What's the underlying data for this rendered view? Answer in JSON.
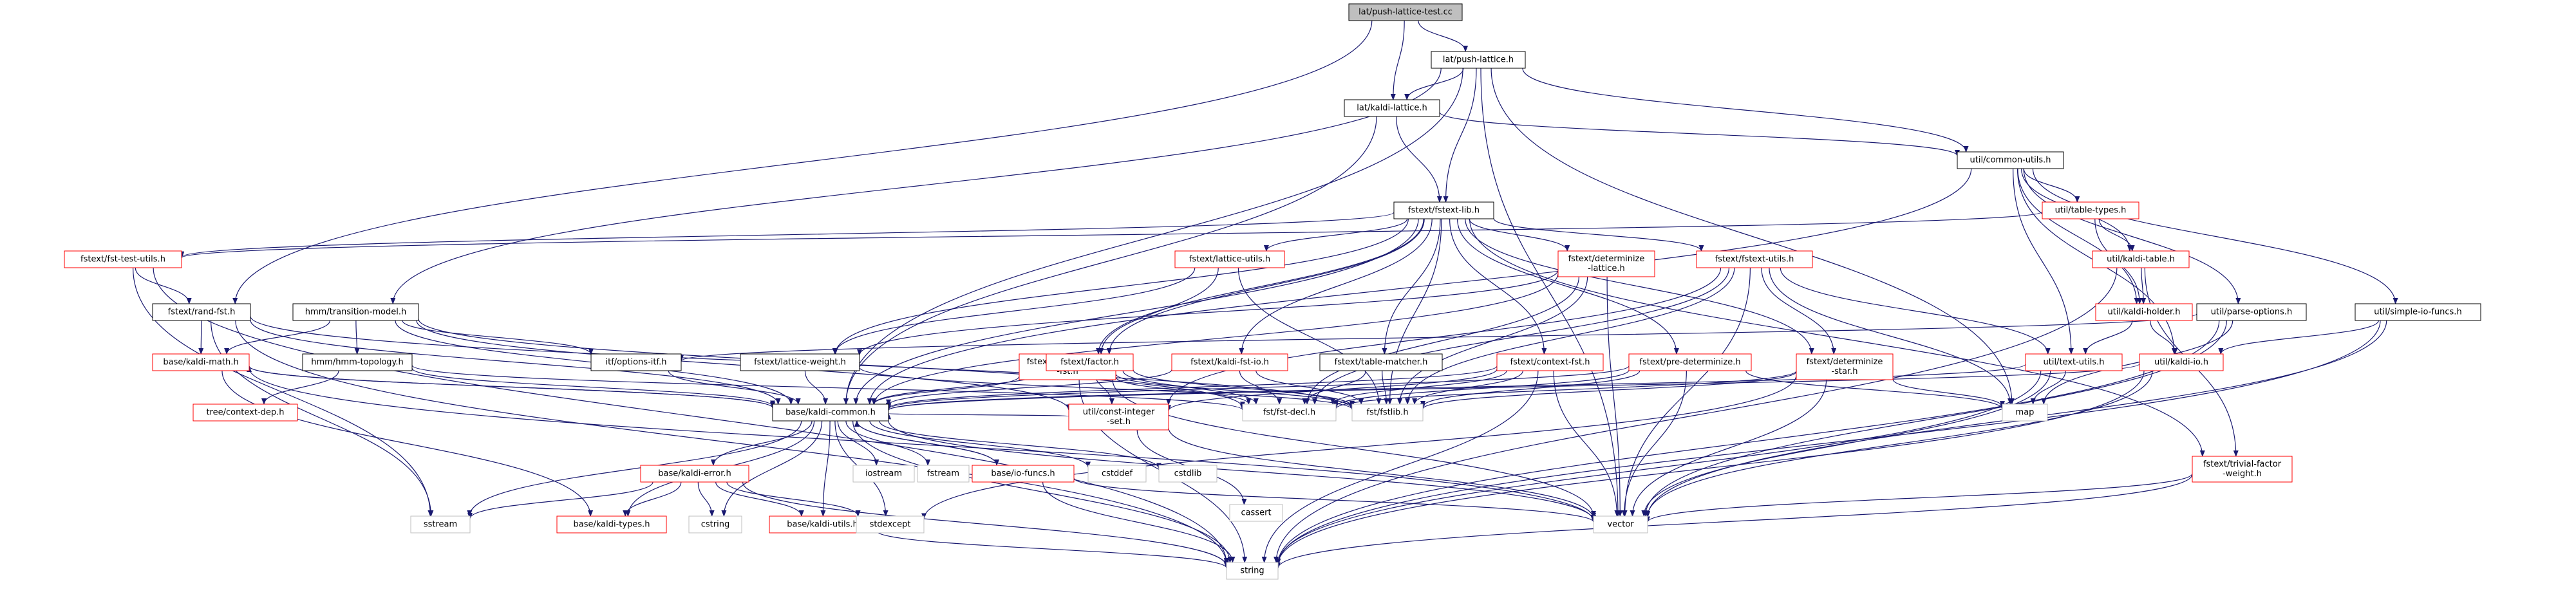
{
  "colors": {
    "root_fill": "#bfbfbf",
    "box_fill": "#ffffff",
    "box_border": "#000000",
    "missing_border": "#ff0000",
    "text": "#000000",
    "system_text": "#000000",
    "system_border": "#bfbfbf",
    "edge": "#191970"
  },
  "nodes": [
    {
      "id": "root",
      "lines": [
        "lat/push-lattice-test.cc"
      ],
      "style": "root"
    },
    {
      "id": "push_lattice",
      "lines": [
        "lat/push-lattice.h"
      ],
      "style": "normal"
    },
    {
      "id": "kaldi_lattice",
      "lines": [
        "lat/kaldi-lattice.h"
      ],
      "style": "normal"
    },
    {
      "id": "common_utils",
      "lines": [
        "util/common-utils.h"
      ],
      "style": "normal"
    },
    {
      "id": "fstext_lib",
      "lines": [
        "fstext/fstext-lib.h"
      ],
      "style": "normal"
    },
    {
      "id": "fst_test_utils",
      "lines": [
        "fstext/fst-test-utils.h"
      ],
      "style": "missing"
    },
    {
      "id": "table_types",
      "lines": [
        "util/table-types.h"
      ],
      "style": "missing"
    },
    {
      "id": "kaldi_table",
      "lines": [
        "util/kaldi-table.h"
      ],
      "style": "missing"
    },
    {
      "id": "transition_model",
      "lines": [
        "hmm/transition-model.h"
      ],
      "style": "normal"
    },
    {
      "id": "rand_fst",
      "lines": [
        "fstext/rand-fst.h"
      ],
      "style": "normal"
    },
    {
      "id": "lattice_utils",
      "lines": [
        "fstext/lattice-utils.h"
      ],
      "style": "missing"
    },
    {
      "id": "determinize_lattice",
      "lines": [
        "fstext/determinize",
        "-lattice.h"
      ],
      "style": "missing"
    },
    {
      "id": "fstext_utils",
      "lines": [
        "fstext/fstext-utils.h"
      ],
      "style": "missing"
    },
    {
      "id": "kaldi_holder",
      "lines": [
        "util/kaldi-holder.h"
      ],
      "style": "missing"
    },
    {
      "id": "parse_options",
      "lines": [
        "util/parse-options.h"
      ],
      "style": "normal"
    },
    {
      "id": "simple_io_funcs",
      "lines": [
        "util/simple-io-funcs.h"
      ],
      "style": "normal"
    },
    {
      "id": "kaldi_math",
      "lines": [
        "base/kaldi-math.h"
      ],
      "style": "missing"
    },
    {
      "id": "hmm_topology",
      "lines": [
        "hmm/hmm-topology.h"
      ],
      "style": "normal"
    },
    {
      "id": "options_itf",
      "lines": [
        "itf/options-itf.h"
      ],
      "style": "normal"
    },
    {
      "id": "lattice_weight",
      "lines": [
        "fstext/lattice-weight.h"
      ],
      "style": "normal"
    },
    {
      "id": "deterministic_fst",
      "lines": [
        "fstext/deterministic",
        "-fst.h"
      ],
      "style": "missing"
    },
    {
      "id": "factor",
      "lines": [
        "fstext/factor.h"
      ],
      "style": "missing"
    },
    {
      "id": "kaldi_fst_io",
      "lines": [
        "fstext/kaldi-fst-io.h"
      ],
      "style": "missing"
    },
    {
      "id": "table_matcher",
      "lines": [
        "fstext/table-matcher.h"
      ],
      "style": "normal"
    },
    {
      "id": "context_fst",
      "lines": [
        "fstext/context-fst.h"
      ],
      "style": "missing"
    },
    {
      "id": "pre_determinize",
      "lines": [
        "fstext/pre-determinize.h"
      ],
      "style": "missing"
    },
    {
      "id": "determinize_star",
      "lines": [
        "fstext/determinize",
        "-star.h"
      ],
      "style": "missing"
    },
    {
      "id": "text_utils",
      "lines": [
        "util/text-utils.h"
      ],
      "style": "missing"
    },
    {
      "id": "kaldi_io",
      "lines": [
        "util/kaldi-io.h"
      ],
      "style": "missing"
    },
    {
      "id": "context_dep",
      "lines": [
        "tree/context-dep.h"
      ],
      "style": "missing"
    },
    {
      "id": "kaldi_common",
      "lines": [
        "base/kaldi-common.h"
      ],
      "style": "normal"
    },
    {
      "id": "const_integer_set",
      "lines": [
        "util/const-integer",
        "-set.h"
      ],
      "style": "missing"
    },
    {
      "id": "fst_decl",
      "lines": [
        "fst/fst-decl.h"
      ],
      "style": "system"
    },
    {
      "id": "fstlib",
      "lines": [
        "fst/fstlib.h"
      ],
      "style": "system"
    },
    {
      "id": "map",
      "lines": [
        "map"
      ],
      "style": "system"
    },
    {
      "id": "trivial_factor_weight",
      "lines": [
        "fstext/trivial-factor",
        "-weight.h"
      ],
      "style": "missing"
    },
    {
      "id": "kaldi_error",
      "lines": [
        "base/kaldi-error.h"
      ],
      "style": "missing"
    },
    {
      "id": "iostream",
      "lines": [
        "iostream"
      ],
      "style": "system"
    },
    {
      "id": "fstream",
      "lines": [
        "fstream"
      ],
      "style": "system"
    },
    {
      "id": "io_funcs",
      "lines": [
        "base/io-funcs.h"
      ],
      "style": "missing"
    },
    {
      "id": "cstddef",
      "lines": [
        "cstddef"
      ],
      "style": "system"
    },
    {
      "id": "cstdlib",
      "lines": [
        "cstdlib"
      ],
      "style": "system"
    },
    {
      "id": "cassert",
      "lines": [
        "cassert"
      ],
      "style": "system"
    },
    {
      "id": "sstream",
      "lines": [
        "sstream"
      ],
      "style": "system"
    },
    {
      "id": "kaldi_types",
      "lines": [
        "base/kaldi-types.h"
      ],
      "style": "missing"
    },
    {
      "id": "cstring",
      "lines": [
        "cstring"
      ],
      "style": "system"
    },
    {
      "id": "kaldi_utils",
      "lines": [
        "base/kaldi-utils.h"
      ],
      "style": "missing"
    },
    {
      "id": "stdexcept",
      "lines": [
        "stdexcept"
      ],
      "style": "system"
    },
    {
      "id": "vector",
      "lines": [
        "vector"
      ],
      "style": "system"
    },
    {
      "id": "string",
      "lines": [
        "string"
      ],
      "style": "system"
    }
  ],
  "edges": [
    [
      "root",
      "push_lattice"
    ],
    [
      "root",
      "kaldi_lattice"
    ],
    [
      "root",
      "rand_fst"
    ],
    [
      "push_lattice",
      "kaldi_lattice"
    ],
    [
      "push_lattice",
      "fstext_lib"
    ],
    [
      "push_lattice",
      "common_utils"
    ],
    [
      "push_lattice",
      "transition_model"
    ],
    [
      "push_lattice",
      "kaldi_common"
    ],
    [
      "push_lattice",
      "map"
    ],
    [
      "push_lattice",
      "vector"
    ],
    [
      "kaldi_lattice",
      "fstext_lib"
    ],
    [
      "kaldi_lattice",
      "common_utils"
    ],
    [
      "kaldi_lattice",
      "kaldi_common"
    ],
    [
      "common_utils",
      "table_types"
    ],
    [
      "common_utils",
      "kaldi_table"
    ],
    [
      "common_utils",
      "kaldi_holder"
    ],
    [
      "common_utils",
      "parse_options"
    ],
    [
      "common_utils",
      "simple_io_funcs"
    ],
    [
      "common_utils",
      "text_utils"
    ],
    [
      "common_utils",
      "kaldi_io"
    ],
    [
      "common_utils",
      "kaldi_common"
    ],
    [
      "table_types",
      "kaldi_table"
    ],
    [
      "table_types",
      "kaldi_holder"
    ],
    [
      "table_types",
      "fst_test_utils"
    ],
    [
      "kaldi_table",
      "kaldi_holder"
    ],
    [
      "kaldi_table",
      "trivial_factor_weight"
    ],
    [
      "kaldi_table",
      "string"
    ],
    [
      "kaldi_holder",
      "kaldi_io"
    ],
    [
      "kaldi_holder",
      "text_utils"
    ],
    [
      "parse_options",
      "options_itf"
    ],
    [
      "parse_options",
      "map"
    ],
    [
      "parse_options",
      "vector"
    ],
    [
      "parse_options",
      "string"
    ],
    [
      "simple_io_funcs",
      "kaldi_io"
    ],
    [
      "simple_io_funcs",
      "vector"
    ],
    [
      "simple_io_funcs",
      "string"
    ],
    [
      "fstext_lib",
      "fst_test_utils"
    ],
    [
      "fstext_lib",
      "lattice_utils"
    ],
    [
      "fstext_lib",
      "determinize_lattice"
    ],
    [
      "fstext_lib",
      "fstext_utils"
    ],
    [
      "fstext_lib",
      "lattice_weight"
    ],
    [
      "fstext_lib",
      "deterministic_fst"
    ],
    [
      "fstext_lib",
      "factor"
    ],
    [
      "fstext_lib",
      "kaldi_fst_io"
    ],
    [
      "fstext_lib",
      "table_matcher"
    ],
    [
      "fstext_lib",
      "context_fst"
    ],
    [
      "fstext_lib",
      "pre_determinize"
    ],
    [
      "fstext_lib",
      "determinize_star"
    ],
    [
      "fstext_lib",
      "fstlib"
    ],
    [
      "fstext_lib",
      "kaldi_common"
    ],
    [
      "fstext_lib",
      "trivial_factor_weight"
    ],
    [
      "fst_test_utils",
      "rand_fst"
    ],
    [
      "fst_test_utils",
      "sstream"
    ],
    [
      "fst_test_utils",
      "string"
    ],
    [
      "transition_model",
      "hmm_topology"
    ],
    [
      "transition_model",
      "options_itf"
    ],
    [
      "transition_model",
      "kaldi_common"
    ],
    [
      "transition_model",
      "kaldi_math"
    ],
    [
      "transition_model",
      "const_integer_set"
    ],
    [
      "transition_model",
      "fst_decl"
    ],
    [
      "rand_fst",
      "kaldi_math"
    ],
    [
      "rand_fst",
      "fstlib"
    ],
    [
      "rand_fst",
      "sstream"
    ],
    [
      "rand_fst",
      "string"
    ],
    [
      "rand_fst",
      "kaldi_common"
    ],
    [
      "lattice_utils",
      "lattice_weight"
    ],
    [
      "lattice_utils",
      "factor"
    ],
    [
      "lattice_utils",
      "fstlib"
    ],
    [
      "determinize_lattice",
      "fstlib"
    ],
    [
      "determinize_lattice",
      "fst_decl"
    ],
    [
      "determinize_lattice",
      "kaldi_common"
    ],
    [
      "determinize_lattice",
      "lattice_weight"
    ],
    [
      "determinize_lattice",
      "vector"
    ],
    [
      "fstext_utils",
      "fstlib"
    ],
    [
      "fstext_utils",
      "fst_decl"
    ],
    [
      "fstext_utils",
      "determinize_star"
    ],
    [
      "fstext_utils",
      "text_utils"
    ],
    [
      "fstext_utils",
      "map"
    ],
    [
      "fstext_utils",
      "vector"
    ],
    [
      "fstext_utils",
      "const_integer_set"
    ],
    [
      "kaldi_math",
      "kaldi_types"
    ],
    [
      "kaldi_math",
      "kaldi_common"
    ],
    [
      "kaldi_math",
      "vector"
    ],
    [
      "hmm_topology",
      "kaldi_common"
    ],
    [
      "hmm_topology",
      "context_dep"
    ],
    [
      "hmm_topology",
      "fst_decl"
    ],
    [
      "options_itf",
      "kaldi_common"
    ],
    [
      "lattice_weight",
      "kaldi_common"
    ],
    [
      "lattice_weight",
      "fstlib"
    ],
    [
      "deterministic_fst",
      "fstlib"
    ],
    [
      "deterministic_fst",
      "fst_decl"
    ],
    [
      "deterministic_fst",
      "kaldi_common"
    ],
    [
      "deterministic_fst",
      "string"
    ],
    [
      "deterministic_fst",
      "vector"
    ],
    [
      "factor",
      "fstlib"
    ],
    [
      "factor",
      "fst_decl"
    ],
    [
      "factor",
      "const_integer_set"
    ],
    [
      "factor",
      "kaldi_common"
    ],
    [
      "kaldi_fst_io",
      "fstlib"
    ],
    [
      "kaldi_fst_io",
      "fst_decl"
    ],
    [
      "kaldi_fst_io",
      "kaldi_common"
    ],
    [
      "table_matcher",
      "fstlib"
    ],
    [
      "table_matcher",
      "fst_decl"
    ],
    [
      "context_fst",
      "fstlib"
    ],
    [
      "context_fst",
      "fst_decl"
    ],
    [
      "context_fst",
      "const_integer_set"
    ],
    [
      "context_fst",
      "string"
    ],
    [
      "context_fst",
      "vector"
    ],
    [
      "context_fst",
      "kaldi_common"
    ],
    [
      "pre_determinize",
      "fstlib"
    ],
    [
      "pre_determinize",
      "fst_decl"
    ],
    [
      "pre_determinize",
      "kaldi_common"
    ],
    [
      "pre_determinize",
      "map"
    ],
    [
      "pre_determinize",
      "vector"
    ],
    [
      "determinize_star",
      "fstlib"
    ],
    [
      "determinize_star",
      "fst_decl"
    ],
    [
      "determinize_star",
      "map"
    ],
    [
      "determinize_star",
      "vector"
    ],
    [
      "determinize_star",
      "stdexcept"
    ],
    [
      "text_utils",
      "map"
    ],
    [
      "text_utils",
      "vector"
    ],
    [
      "text_utils",
      "string"
    ],
    [
      "text_utils",
      "kaldi_common"
    ],
    [
      "kaldi_io",
      "kaldi_common"
    ],
    [
      "kaldi_io",
      "vector"
    ],
    [
      "kaldi_io",
      "string"
    ],
    [
      "kaldi_common",
      "kaldi_error"
    ],
    [
      "kaldi_common",
      "iostream"
    ],
    [
      "kaldi_common",
      "fstream"
    ],
    [
      "kaldi_common",
      "io_funcs"
    ],
    [
      "kaldi_common",
      "cstddef"
    ],
    [
      "kaldi_common",
      "cstdlib"
    ],
    [
      "kaldi_common",
      "sstream"
    ],
    [
      "kaldi_common",
      "kaldi_types"
    ],
    [
      "kaldi_common",
      "cstring"
    ],
    [
      "kaldi_common",
      "kaldi_utils"
    ],
    [
      "kaldi_common",
      "stdexcept"
    ],
    [
      "kaldi_common",
      "vector"
    ],
    [
      "kaldi_common",
      "string"
    ],
    [
      "kaldi_common",
      "kaldi_math"
    ],
    [
      "const_integer_set",
      "kaldi_common"
    ],
    [
      "const_integer_set",
      "cassert"
    ],
    [
      "const_integer_set",
      "vector"
    ],
    [
      "trivial_factor_weight",
      "vector"
    ],
    [
      "trivial_factor_weight",
      "string"
    ],
    [
      "kaldi_error",
      "kaldi_types"
    ],
    [
      "kaldi_error",
      "sstream"
    ],
    [
      "kaldi_error",
      "kaldi_utils"
    ],
    [
      "kaldi_error",
      "stdexcept"
    ],
    [
      "kaldi_error",
      "string"
    ],
    [
      "kaldi_error",
      "cstring"
    ],
    [
      "io_funcs",
      "kaldi_common"
    ],
    [
      "io_funcs",
      "vector"
    ],
    [
      "io_funcs",
      "string"
    ],
    [
      "kaldi_utils",
      "string"
    ]
  ]
}
